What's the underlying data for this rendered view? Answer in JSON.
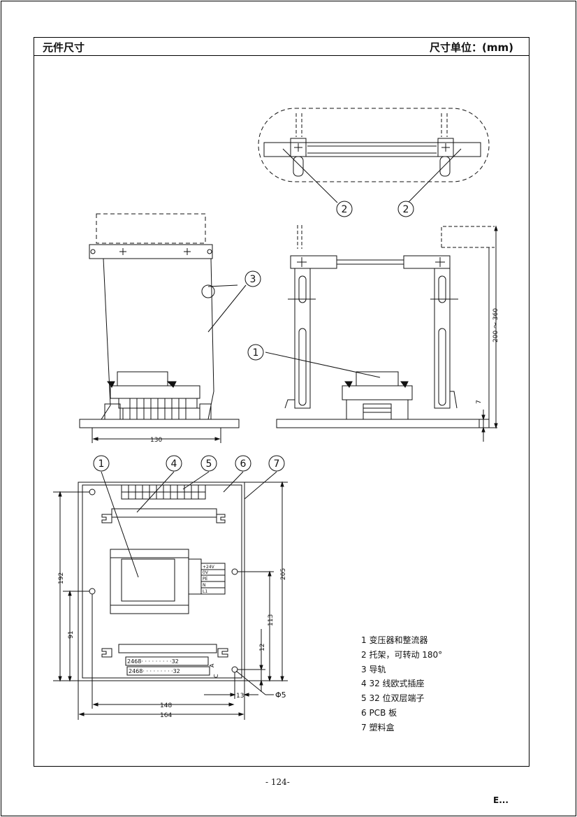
{
  "header": {
    "title": "元件尺寸",
    "unit": "尺寸单位：(mm)"
  },
  "dimensions": {
    "width_130": "130",
    "height_range": "200 ～ 360",
    "offset_7": "7",
    "d192": "192",
    "d91": "91",
    "d205": "205",
    "d113": "113",
    "d12": "12",
    "d148": "148",
    "d164": "164",
    "d13": "13",
    "hole": "Φ5"
  },
  "callouts": [
    "1",
    "2",
    "3",
    "4",
    "5",
    "6",
    "7"
  ],
  "terminal_labels": [
    "+24V",
    "0V",
    "PE",
    "N",
    "L1"
  ],
  "connector_rows": [
    "2468·  ·  ·  ·  ·  ·  ·  ·  ·32",
    "2468·  ·  ·  ·  ·  ·  ·  ·  ·32"
  ],
  "side_letters": [
    "A",
    "C"
  ],
  "legend": [
    "1  变压器和整流器",
    "2  托架，可转动 180°",
    "3  导轨",
    "4  32 线欧式插座",
    "5  32 位双层端子",
    "6  PCB 板",
    "7  塑料盒"
  ],
  "page_number": "- 124-",
  "corner_mark": "E..."
}
